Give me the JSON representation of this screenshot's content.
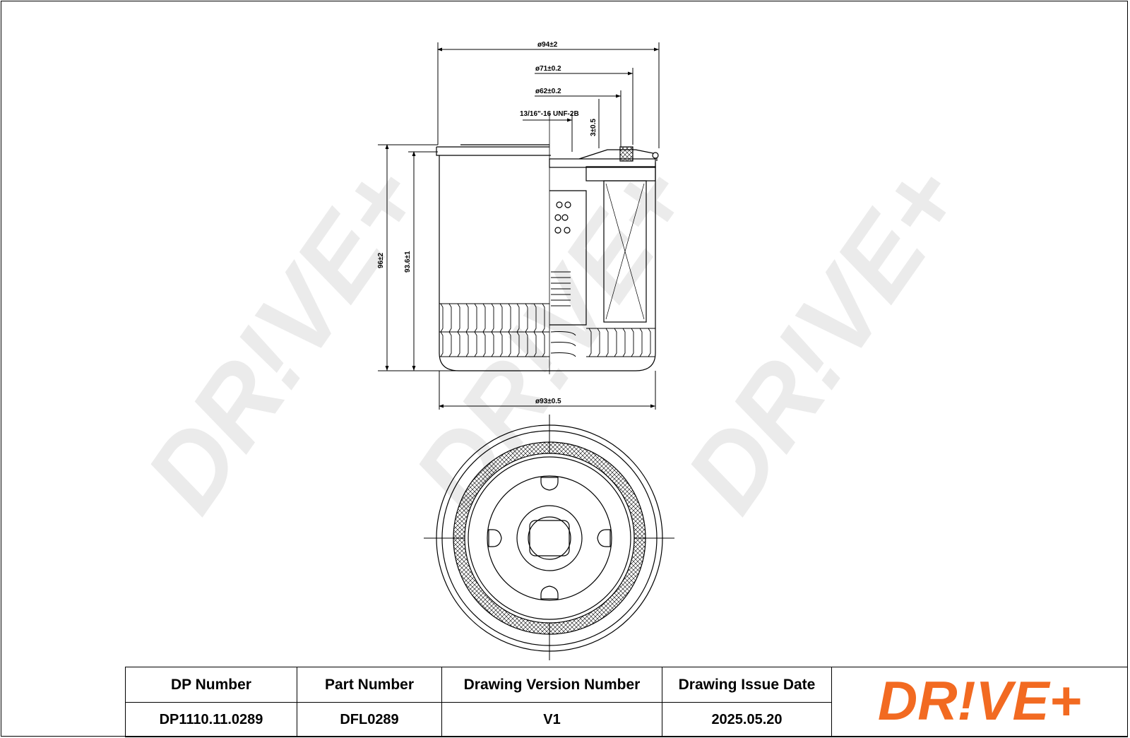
{
  "drawing": {
    "dimensions": {
      "outer_diameter": "ø94±2",
      "gasket_outer": "ø71±0.2",
      "gasket_inner": "ø62±0.2",
      "thread": "13/16\"-16 UNF-2B",
      "gasket_height": "3±0.5",
      "total_height": "96±2",
      "body_height": "93.6±1",
      "body_diameter": "ø93±0.5"
    },
    "watermark": "DR!VE+"
  },
  "title_block": {
    "headers": {
      "dp_number": "DP Number",
      "part_number": "Part Number",
      "version": "Drawing Version Number",
      "issue_date": "Drawing Issue Date"
    },
    "values": {
      "dp_number": "DP1110.11.0289",
      "part_number": "DFL0289",
      "version": "V1",
      "issue_date": "2025.05.20"
    },
    "logo_text": "DR!VE+",
    "logo_color": "#f26a21"
  },
  "colors": {
    "line": "#000000",
    "watermark": "#ececec"
  }
}
